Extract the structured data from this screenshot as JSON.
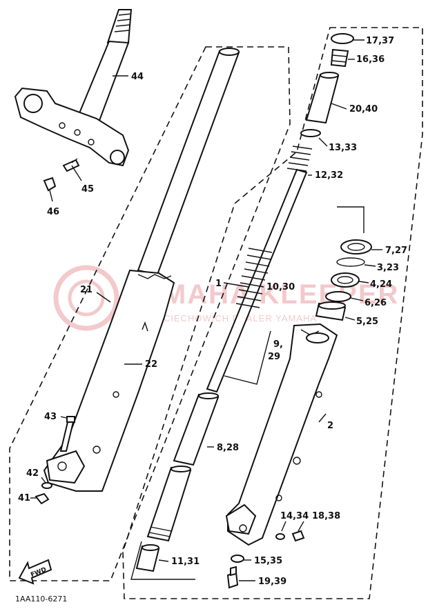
{
  "diagram": {
    "part_labels": {
      "p44": "44",
      "p45": "45",
      "p46": "46",
      "p21": "21",
      "p22": "22",
      "p43": "43",
      "p42": "42",
      "p41": "41",
      "p1": "1",
      "p10_30": "10,30",
      "p9": "9,",
      "p29": "29",
      "p8_28": "8,28",
      "p11_31": "11,31",
      "p17_37": "17,37",
      "p16_36": "16,36",
      "p20_40": "20,40",
      "p13_33": "13,33",
      "p12_32": "12,32",
      "p7_27": "7,27",
      "p3_23": "3,23",
      "p4_24": "4,24",
      "p6_26": "6,26",
      "p5_25": "5,25",
      "p2": "2",
      "p14_34": "14,34",
      "p18_38": "18,38",
      "p15_35": "15,35",
      "p19_39": "19,39"
    },
    "fwd_arrow_label": "FWD",
    "drawing_number": "1AA110-6271",
    "watermark": {
      "brand": "YAMAHA KLEEPER",
      "subline": "WOJCIECHOWICH DEALER YAMAHA"
    },
    "colors": {
      "ink": "#111111",
      "watermark": "#f3c9cb"
    }
  }
}
